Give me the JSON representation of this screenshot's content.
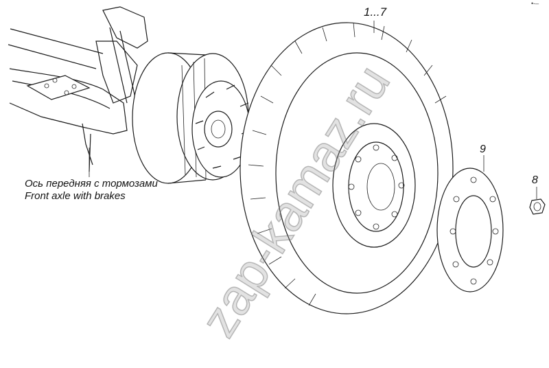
{
  "labels": {
    "axle_ru": "Ось передняя с тормозами",
    "axle_en": "Front axle  with brakes",
    "part_wheel": "1...7",
    "part_ring": "9",
    "part_nut": "8"
  },
  "watermark": "zap-kamaz.ru",
  "corner_mark": "•-–"
}
